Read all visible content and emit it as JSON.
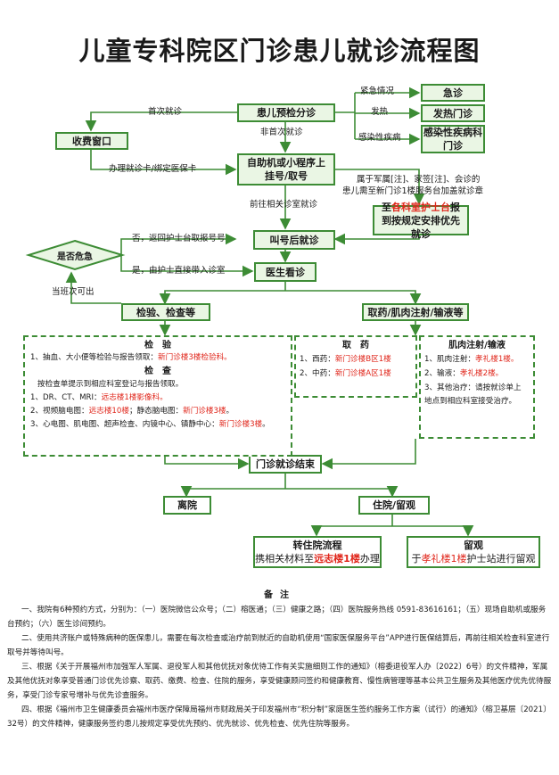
{
  "title": "儿童专科院区门诊患儿就诊流程图",
  "boxes": {
    "triage": "患儿预检分诊",
    "emergency": "急诊",
    "fever": "发热门诊",
    "infectious": "感染性疾病科门诊",
    "cashier": "收费窗口",
    "self_service": "自助机或小程序上挂号/取号",
    "nurse_station_pre": "至",
    "nurse_station_red": "各科室护士台",
    "nurse_station_post": "报到按规定安排优先就诊",
    "call_wait": "叫号后就诊",
    "see_doctor": "医生看诊",
    "is_danger": "是否危急",
    "tests": "检验、检查等",
    "meds": "取药/肌肉注射/输液等",
    "visit_end": "门诊就诊结束",
    "discharge": "离院",
    "admission": "住院/留观",
    "transfer_title": "转住院流程",
    "transfer_pre": "携相关材料至",
    "transfer_red": "远志楼1楼",
    "transfer_post": "办理",
    "observe_title": "留观",
    "observe_pre": "于",
    "observe_red": "孝礼楼1楼",
    "observe_post": "护士站进行留观"
  },
  "edge_labels": {
    "urgent": "紧急情况",
    "fever": "发热",
    "infectious": "感染性疾病",
    "first_visit": "首次就诊",
    "non_first_visit": "非首次就诊",
    "card": "办理就诊卡/绑定医保卡",
    "priority": "属于军属[注]、家签[注]、会诊的",
    "priority2": "患儿需至新门诊1楼服务台加盖就诊章",
    "go_wait": "前往相关诊室就诊",
    "no_danger": "否，返回护士台取报号号",
    "yes_danger": "是，由护士直接带入诊室",
    "shift_ok": "当班次可出"
  },
  "tests_panel": {
    "lab_title": "检　验",
    "lab_line_pre": "1、抽血、大小便等检验与报告领取：",
    "lab_line_red": "新门诊楼3楼检验科。",
    "exam_title": "检　查",
    "exam_note": "按检查单提示到相应科室登记与报告领取。",
    "exam1_pre": "1、DR、CT、MRI：",
    "exam1_red": "远志楼1楼影像科。",
    "exam2_pre": "2、视频脑电图：",
    "exam2_red": "远志楼10楼",
    "exam2_mid": "；静态脑电图：",
    "exam2_red2": "新门诊楼3楼",
    "exam2_post": "。",
    "exam3_pre": "3、心电图、肌电图、超声检查、内镜中心、镇静中心：",
    "exam3_red": "新门诊楼3楼",
    "exam3_post": "。"
  },
  "meds_panel": {
    "title": "取　药",
    "west_pre": "1、西药：",
    "west_red": "新门诊楼B区1楼",
    "chinese_pre": "2、中药：",
    "chinese_red": "新门诊楼A区1楼"
  },
  "inj_panel": {
    "title": "肌肉注射/输液",
    "inj_pre": "1、肌肉注射：",
    "inj_red": "孝礼楼1楼。",
    "iv_pre": "2、输液：",
    "iv_red": "孝礼楼2楼。",
    "other1": "3、其他治疗：请按就诊单上",
    "other2": "地点到相应科室接受治疗。"
  },
  "notes": {
    "title": "备注",
    "n1": "一、我院有6种预约方式，分别为：（一）医院微信公众号；（二）榕医通；（三）健康之路；（四）医院服务热线 0591-83616161；（五）现场自助机或服务台预约；（六）医生诊间预约。",
    "n2": "二、使用共济账户或特殊病种的医保患儿，需要在每次检查或治疗前到就近的自助机使用“国家医保服务平台”APP进行医保结算后，再前往相关检查科室进行取号并等待叫号。",
    "n3": "三、根据《关于开展福州市加强军人军属、退役军人和其他优抚对象优待工作有关实施细则工作的通知》（榕委退役军人办〔2022〕6号）的文件精神，军属及其他优抚对象享受普通门诊优先诊察、取药、缴费、检查、住院的服务，享受健康顾问签约和健康教育、慢性病管理等基本公共卫生服务及其他医疗优先优待服务，享受门诊专家号增补与优先诊查服务。",
    "n4": "四、根据《福州市卫生健康委员会福州市医疗保障局福州市财政局关于印发福州市“积分制”家庭医生签约服务工作方案（试行）的通知》（榕卫基层〔2021〕32号）的文件精神，健康服务签约患儿按规定享受优先预约、优先就诊、优先检查、优先住院等服务。"
  },
  "colors": {
    "green": "#3d8c35",
    "fill": "#eaf6e4",
    "red": "#e0261b"
  }
}
